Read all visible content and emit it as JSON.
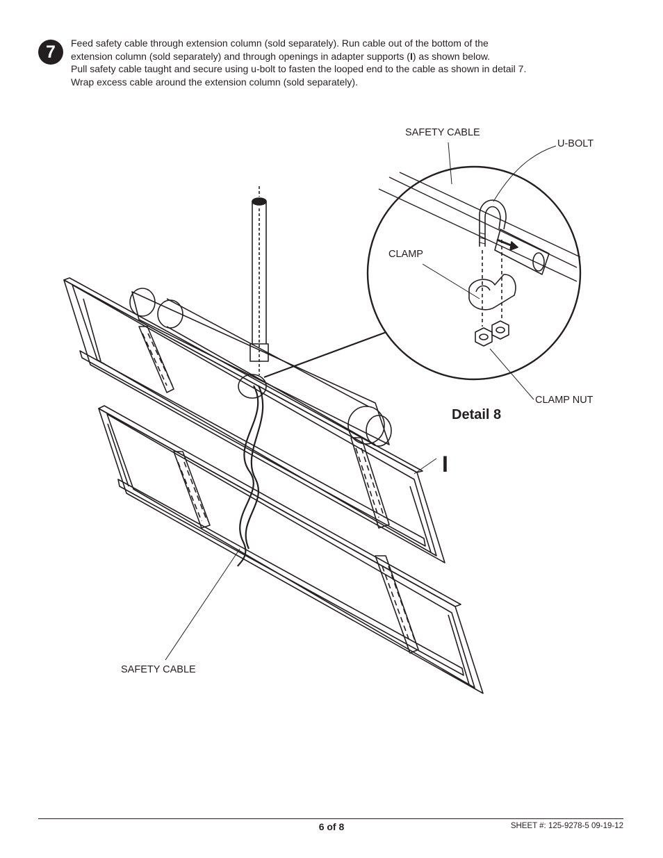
{
  "step": {
    "number": "7",
    "lines": [
      "Feed safety cable through extension column (sold separately). Run cable out of the bottom of the",
      "extension column (sold separately) and through openings in adapter supports (",
      "I",
      ") as shown below.",
      "Pull safety cable taught and secure using u-bolt to fasten the looped end to the cable as shown in detail 7.",
      "Wrap excess cable around the extension column (sold separately)."
    ]
  },
  "labels": {
    "safety_cable_top": "SAFETY CABLE",
    "u_bolt": "U-BOLT",
    "clamp": "CLAMP",
    "clamp_nut": "CLAMP NUT",
    "detail": "Detail 8",
    "part": "I",
    "safety_cable_bottom": "SAFETY CABLE"
  },
  "footer": {
    "page": "6 of 8",
    "sheet": "SHEET #: 125-9278-5  09-19-12"
  }
}
